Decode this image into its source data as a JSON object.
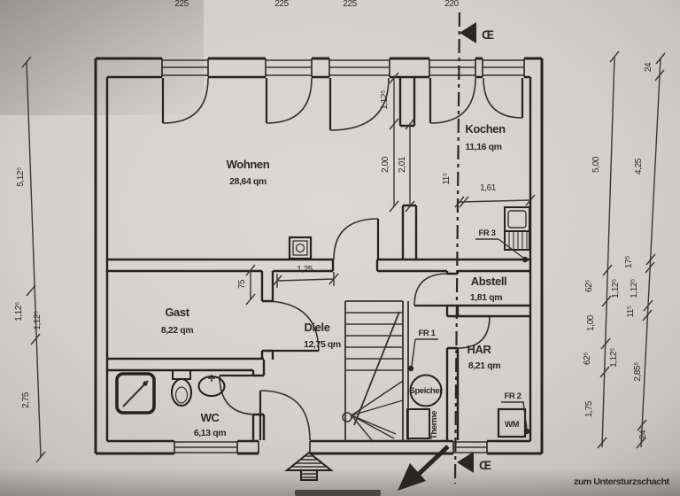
{
  "plan": {
    "rooms": {
      "wohnen": {
        "name": "Wohnen",
        "area": "28,64 qm"
      },
      "kochen": {
        "name": "Kochen",
        "area": "11,16 qm"
      },
      "gast": {
        "name": "Gast",
        "area": "8,22 qm"
      },
      "diele": {
        "name": "Diele",
        "area": "12,75 qm"
      },
      "wc": {
        "name": "WC",
        "area": "6,13 qm"
      },
      "abstell": {
        "name": "Abstell",
        "area": "1,81 qm"
      },
      "har": {
        "name": "HAR",
        "area": "8,21 qm"
      }
    },
    "fixtures": {
      "fr1": "FR 1",
      "fr2": "FR 2",
      "fr3": "FR 3",
      "speicher": "Speicher",
      "therme": "Therme",
      "wm": "WM"
    },
    "section": {
      "marker": "Œ"
    },
    "note": "zum Untersturzschacht",
    "dims": {
      "top": [
        "225",
        "225",
        "225",
        "220"
      ],
      "left": [
        "5,12⁵",
        "1,12⁵",
        "1,12⁵",
        "2,75"
      ],
      "right_inner": [
        "5,00",
        "62⁵",
        "1,00",
        "62⁵",
        "1,75"
      ],
      "right_mid": [
        "1,12⁵",
        "1,12⁵"
      ],
      "right_outer": [
        "24",
        "4,25",
        "17⁵",
        "1,12⁵",
        "11⁵",
        "2,85⁵",
        "24"
      ],
      "inner": {
        "pier": "1,12⁵",
        "passage_a": "2,00",
        "passage_b": "2,01",
        "wall_thk": "11⁵",
        "kochen_width": "1,61",
        "gast_stub": "75",
        "diele_door": "1,25"
      }
    }
  },
  "colors": {
    "paper": "#d6d3cd",
    "ink": "#29271f"
  }
}
